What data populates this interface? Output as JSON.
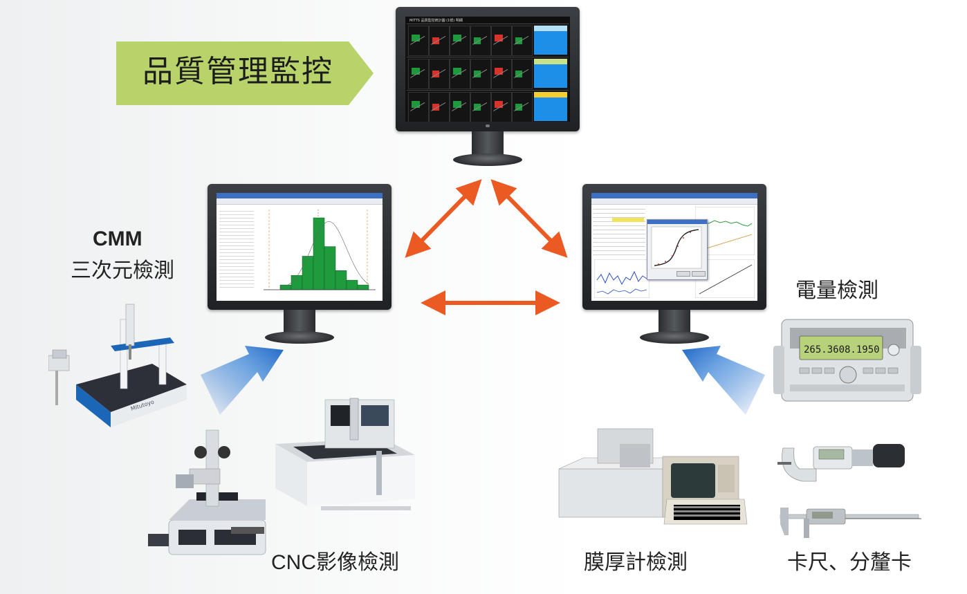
{
  "banner": {
    "text": "品質管理監控",
    "color": "#b8d36a"
  },
  "labels": {
    "cmm_en": "CMM",
    "cmm_zh": "三次元檢測",
    "electrical": "電量檢測",
    "cnc": "CNC影像檢測",
    "film": "膜厚計檢測",
    "caliper": "卡尺、分釐卡"
  },
  "colors": {
    "arrow_orange": "#ea5a22",
    "arrow_blue": "#1f66c6",
    "histogram_green": "#1f9a3d"
  },
  "dashboard": {
    "heading": "MITTS 品質監控統計圖 (1號) 明細",
    "panels": [
      {
        "status": "#b5e0f5",
        "highlight": "#1e8fe8"
      },
      {
        "status": "#c9e28a",
        "highlight": "#1e8fe8"
      },
      {
        "status": "#f3d030",
        "highlight": "#1e8fe8"
      }
    ]
  },
  "histogram": {
    "values": [
      1,
      3,
      7,
      15,
      9,
      4,
      2,
      1
    ]
  },
  "meter": {
    "display": "265.3608.1950"
  },
  "icons": [
    "double-arrow-icon",
    "blue-gradient-arrow-icon"
  ]
}
